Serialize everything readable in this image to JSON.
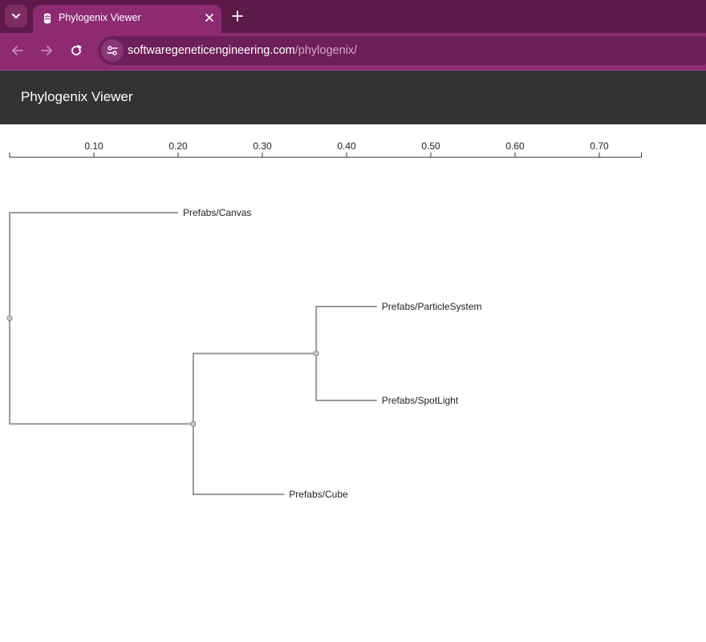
{
  "browser": {
    "tab_title": "Phylogenix Viewer",
    "url_host": "softwaregeneticengineering.com",
    "url_path": "/phylogenix/"
  },
  "app": {
    "title": "Phylogenix Viewer"
  },
  "colors": {
    "tabstrip": "#5d1a48",
    "toolbar": "#8e2a72",
    "header": "#333333",
    "branch": "#999999"
  },
  "tree": {
    "axis_ticks": [
      "0.10",
      "0.20",
      "0.30",
      "0.40",
      "0.50",
      "0.60",
      "0.70"
    ],
    "axis_range": [
      0,
      0.75
    ],
    "nodes": [
      {
        "id": "root",
        "parent": null,
        "depth": 0.0
      },
      {
        "id": "canvas",
        "parent": "root",
        "depth": 0.2,
        "label": "Prefabs/Canvas"
      },
      {
        "id": "n1",
        "parent": "root",
        "depth": 0.218
      },
      {
        "id": "n2",
        "parent": "n1",
        "depth": 0.364
      },
      {
        "id": "particle",
        "parent": "n2",
        "depth": 0.436,
        "label": "Prefabs/ParticleSystem"
      },
      {
        "id": "spotlight",
        "parent": "n2",
        "depth": 0.436,
        "label": "Prefabs/SpotLight"
      },
      {
        "id": "cube",
        "parent": "n1",
        "depth": 0.326,
        "label": "Prefabs/Cube"
      }
    ]
  }
}
